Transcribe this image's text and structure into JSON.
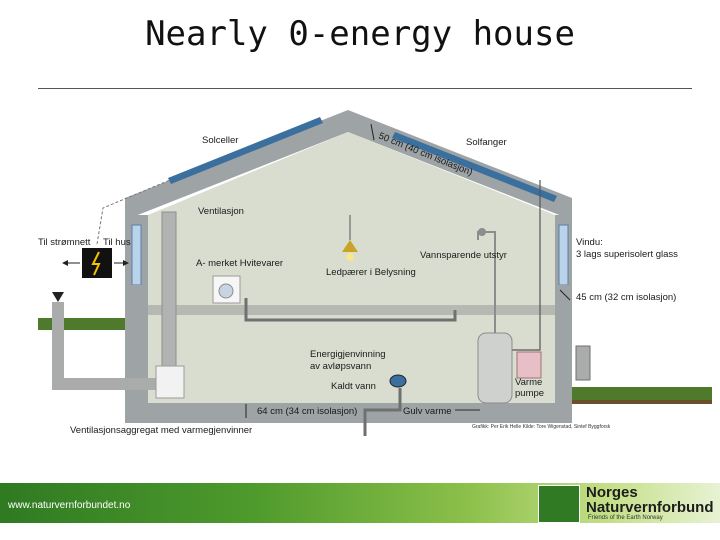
{
  "title": "Nearly 0-energy house",
  "labels": {
    "solar_cells": "Solceller",
    "solar_collector": "Solfanger",
    "roof_insulation": "50 cm (40 cm isolasjon)",
    "ventilation": "Ventilasjon",
    "to_grid": "Til strømnett",
    "to_house": "Til hus",
    "appliances": "A- merket Hvitevarer",
    "led_lighting": "Ledpærer i Belysning",
    "water_saving": "Vannsparende utstyr",
    "window_title": "Vindu:",
    "window_desc": "3 lags superisolert glass",
    "wall_insulation": "45 cm (32 cm isolasjon)",
    "energy_recovery_1": "Energigjenvinning",
    "energy_recovery_2": "av avløpsvann",
    "cold_water": "Kaldt vann",
    "heat_pump_1": "Varme",
    "heat_pump_2": "pumpe",
    "floor_insulation": "64 cm (34 cm isolasjon)",
    "floor_heating": "Gulv varme",
    "ventilation_unit": "Ventilasjonsaggregat med varmegjenvinner",
    "credits": "Grafikk: Per Erik Helle Kilde: Tore Wigenstad, Sintef Byggforsk"
  },
  "footer": {
    "url": "www.naturvernforbundet.no",
    "org_line1": "Norges",
    "org_line2": "Naturvernforbund",
    "org_sub": "Friends of the Earth Norway"
  },
  "colors": {
    "wall": "#9ea3a6",
    "interior": "#d9ddd0",
    "solar_panel": "#3a6f9e",
    "grass": "#4f7a2c",
    "brand_green": "#2f7a22"
  }
}
